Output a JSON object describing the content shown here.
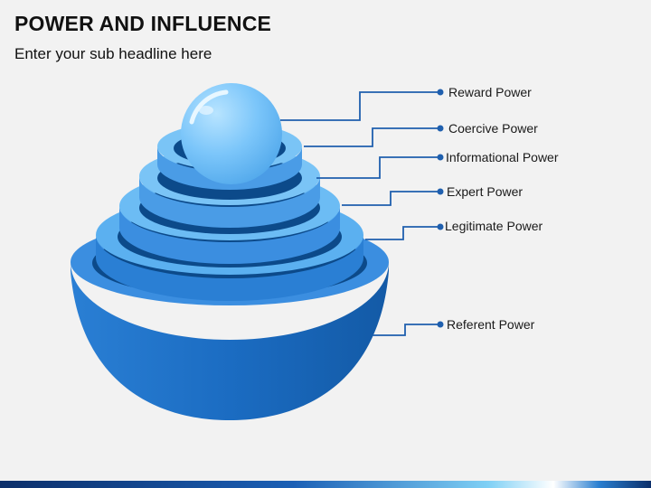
{
  "header": {
    "title": "POWER AND INFLUENCE",
    "subtitle": "Enter your sub headline here"
  },
  "labels": [
    {
      "id": "reward",
      "text": "Reward Power"
    },
    {
      "id": "coercive",
      "text": "Coercive Power"
    },
    {
      "id": "informational",
      "text": "Informational Power"
    },
    {
      "id": "expert",
      "text": "Expert Power"
    },
    {
      "id": "legitimate",
      "text": "Legitimate Power"
    },
    {
      "id": "referent",
      "text": "Referent Power"
    }
  ],
  "colors": {
    "connector": "#1f5fae",
    "outer_shell": "#1b6cc2",
    "ring_light": "#5bb0f0",
    "ring_dark": "#0c4a8a",
    "sphere": "#7cc6fa"
  }
}
